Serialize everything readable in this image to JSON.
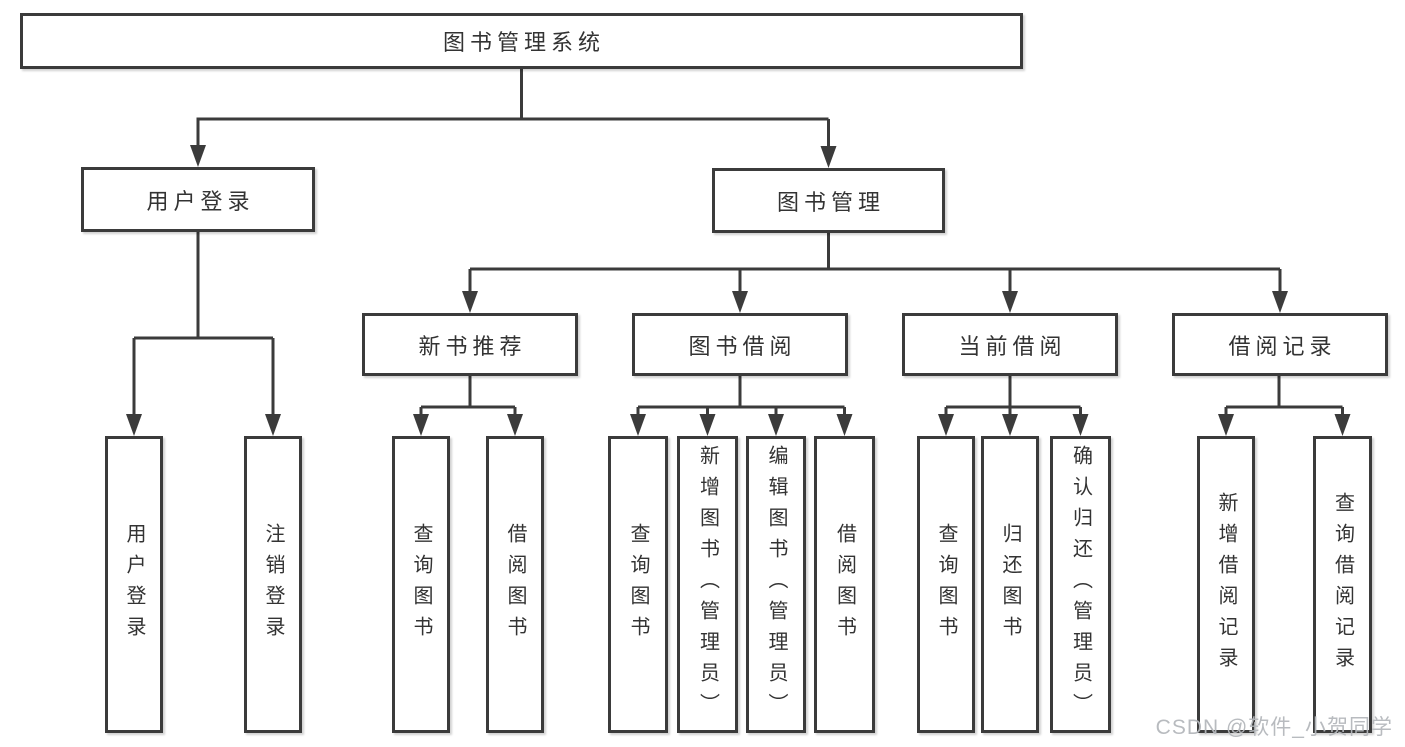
{
  "colors": {
    "line": "#3b3b3b",
    "box_border": "#3b3b3b",
    "box_fill": "#ffffff",
    "text": "#333333",
    "watermark": "#b4b7bc"
  },
  "tree": {
    "root": {
      "label": "图书管理系统"
    },
    "branches": [
      {
        "label": "用户登录",
        "children": [
          {
            "label": "用户登录"
          },
          {
            "label": "注销登录"
          }
        ]
      },
      {
        "label": "图书管理",
        "children": [
          {
            "label": "新书推荐",
            "children": [
              {
                "label": "查询图书"
              },
              {
                "label": "借阅图书"
              }
            ]
          },
          {
            "label": "图书借阅",
            "children": [
              {
                "label": "查询图书"
              },
              {
                "label": "新增图书（管理员）"
              },
              {
                "label": "编辑图书（管理员）"
              },
              {
                "label": "借阅图书"
              }
            ]
          },
          {
            "label": "当前借阅",
            "children": [
              {
                "label": "查询图书"
              },
              {
                "label": "归还图书"
              },
              {
                "label": "确认归还（管理员）"
              }
            ]
          },
          {
            "label": "借阅记录",
            "children": [
              {
                "label": "新增借阅记录"
              },
              {
                "label": "查询借阅记录"
              }
            ]
          }
        ]
      }
    ]
  },
  "watermark": {
    "text": "CSDN @软件_小贺同学"
  }
}
